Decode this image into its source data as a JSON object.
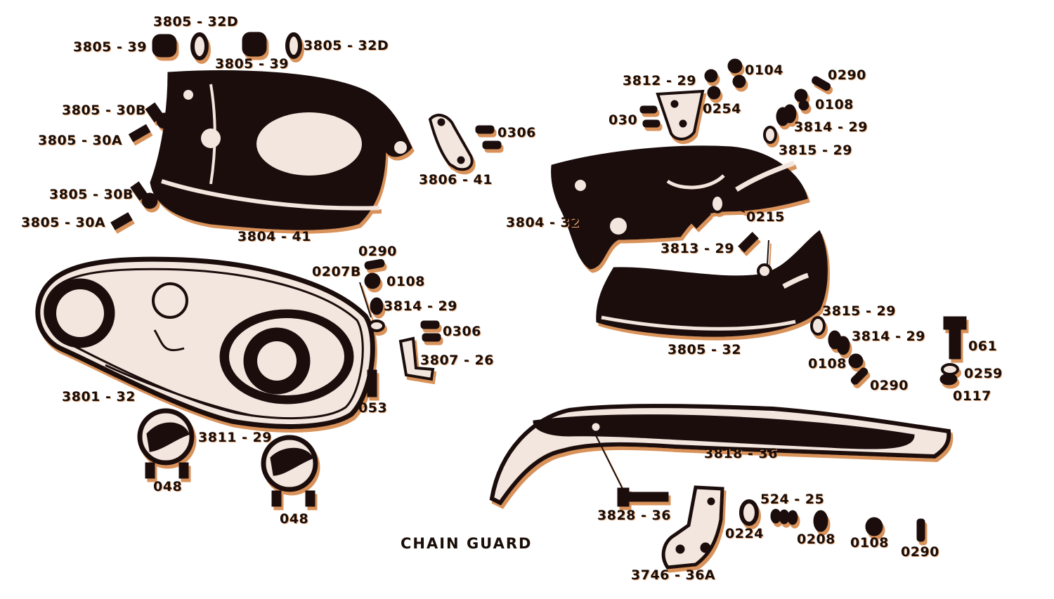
{
  "title": "CHAIN GUARD",
  "labels": {
    "l01": "3805 - 32D",
    "l02": "3805 - 39",
    "l03": "3805 - 32D",
    "l04": "3805 - 39",
    "l05": "3805 - 30B",
    "l06": "3805 - 30A",
    "l07": "3805 - 30B",
    "l08": "3805 - 30A",
    "l09": "3804 - 41",
    "l10": "0306",
    "l11": "3806 - 41",
    "l12": "3812 - 29",
    "l13": "0104",
    "l14": "0290",
    "l15": "0108",
    "l16": "0254",
    "l17": "030",
    "l18": "3814 - 29",
    "l19": "3815 - 29",
    "l20": "0215",
    "l21": "3804 - 32",
    "l22": "3813 - 29",
    "l23": "0290",
    "l24": "0207B",
    "l25": "0108",
    "l26": "3814 - 29",
    "l27": "0306",
    "l28": "3807 - 26",
    "l29": "3801 - 32",
    "l30": "053",
    "l31": "3811 - 29",
    "l32": "048",
    "l33": "048",
    "l34": "3815 - 29",
    "l35": "3814 - 29",
    "l36": "3805 - 32",
    "l37": "0108",
    "l38": "0290",
    "l39": "061",
    "l40": "0259",
    "l41": "0117",
    "l42": "3818 - 36",
    "l43": "524 - 25",
    "l44": "3828 - 36",
    "l45": "0224",
    "l46": "0208",
    "l47": "0108",
    "l48": "0290",
    "l49": "3746 - 36A"
  },
  "colors": {
    "ink": "#1a0d08",
    "shadow": "#d9925a",
    "highlight": "#f3e6de",
    "background": "#ffffff"
  }
}
